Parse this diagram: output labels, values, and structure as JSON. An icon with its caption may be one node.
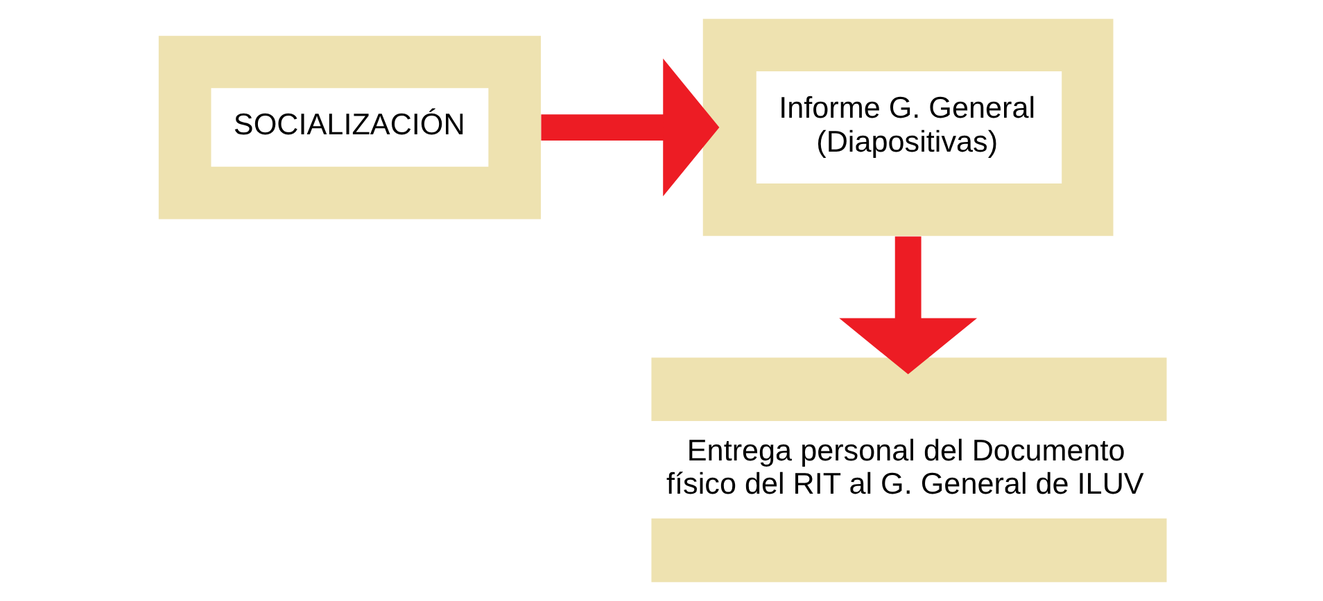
{
  "diagram": {
    "nodes": [
      {
        "text": [
          "SOCIALIZACIÓN"
        ]
      },
      {
        "text": [
          "Informe G. General (Diapositivas)"
        ]
      },
      {
        "text": [
          "Entrega personal del Documento físico del RIT al G. General de ILUV"
        ]
      }
    ],
    "edges": [
      {
        "from": 0,
        "to": 1,
        "arrow": "to"
      },
      {
        "from": 1,
        "to": 2,
        "arrow": "to"
      }
    ]
  }
}
